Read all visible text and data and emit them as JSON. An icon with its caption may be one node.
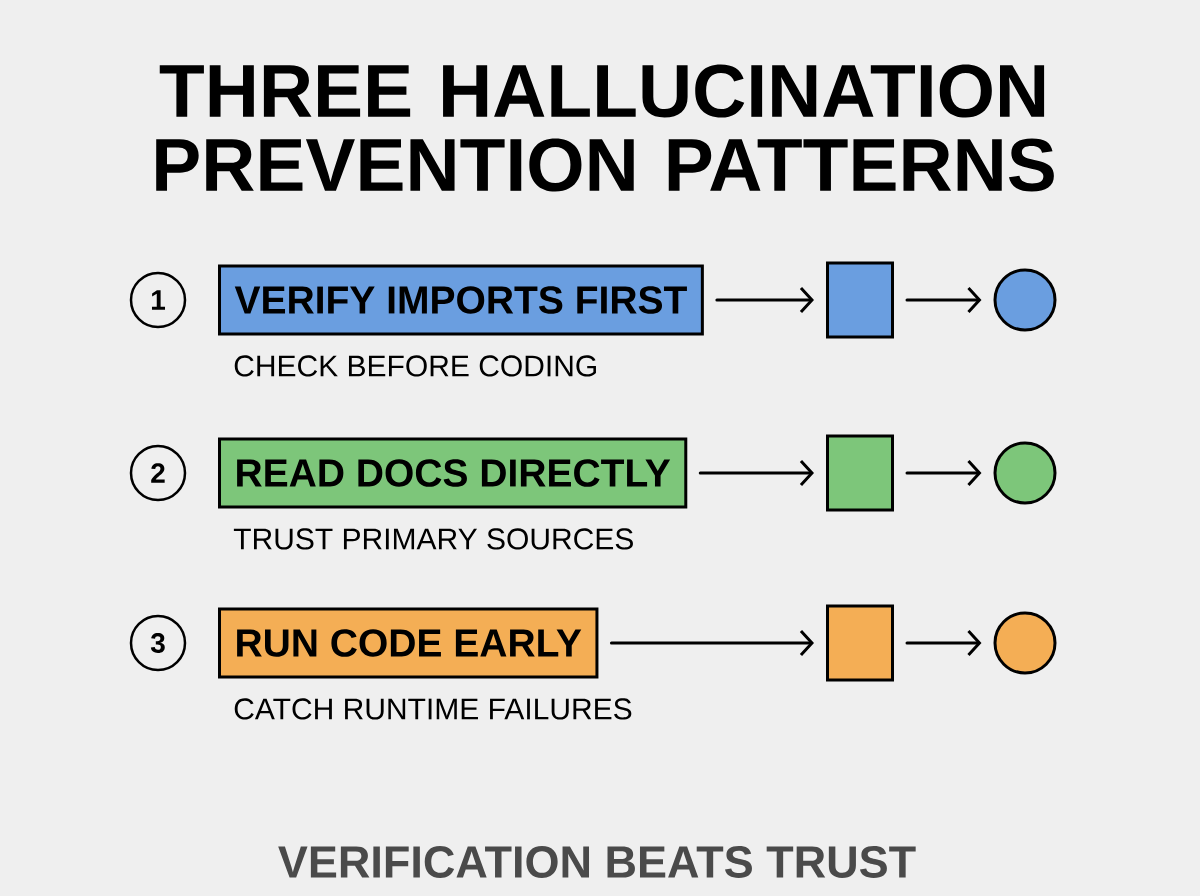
{
  "diagram": {
    "title": "THREE HALLUCINATION PREVENTION PATTERNS",
    "nodes": [
      {
        "text": [
          "1"
        ]
      },
      {
        "text": [
          "VERIFY IMPORTS FIRST"
        ],
        "beside": [
          "CHECK BEFORE CODING"
        ]
      },
      {
        "text": [],
        "shape": "box"
      },
      {
        "text": [],
        "shape": "circle"
      },
      {
        "text": [
          "2"
        ]
      },
      {
        "text": [
          "READ DOCS DIRECTLY"
        ],
        "beside": [
          "TRUST PRIMARY SOURCES"
        ]
      },
      {
        "text": [],
        "shape": "box"
      },
      {
        "text": [],
        "shape": "circle"
      },
      {
        "text": [
          "3"
        ]
      },
      {
        "text": [
          "RUN CODE EARLY"
        ],
        "beside": [
          "CATCH RUNTIME FAILURES"
        ]
      },
      {
        "text": [],
        "shape": "box"
      },
      {
        "text": [],
        "shape": "circle"
      }
    ],
    "edges": [
      {
        "from": 1,
        "to": 2,
        "arrow": "to"
      },
      {
        "from": 2,
        "to": 3,
        "arrow": "to"
      },
      {
        "from": 5,
        "to": 6,
        "arrow": "to"
      },
      {
        "from": 6,
        "to": 7,
        "arrow": "to"
      },
      {
        "from": 9,
        "to": 10,
        "arrow": "to"
      },
      {
        "from": 10,
        "to": 11,
        "arrow": "to"
      }
    ],
    "caption": "VERIFICATION BEATS TRUST"
  }
}
